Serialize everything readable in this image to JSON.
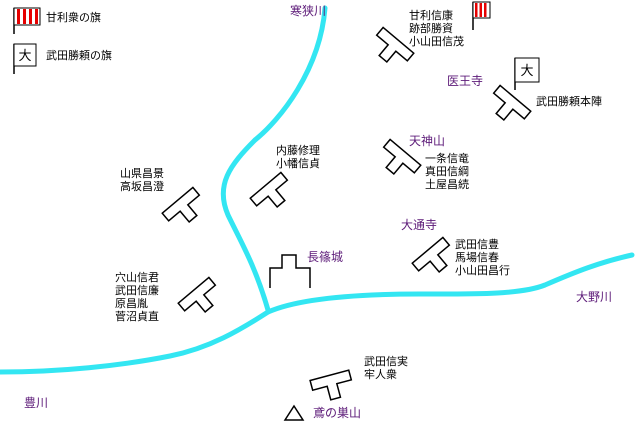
{
  "colors": {
    "river": "#33e6f2",
    "place_label": "#5c1a78",
    "army_outline": "#000000",
    "flag_red": "#e60000"
  },
  "legend": {
    "amari_flag_label": "甘利衆の旗",
    "takeda_flag_label": "武田勝頼の旗",
    "flag_char": "大"
  },
  "rivers": {
    "samusemagawa": "寒狭川",
    "toyokawa": "豊川",
    "onogawa": "大野川"
  },
  "places": {
    "nagashino_castle": "長篠城",
    "iozan": "医王寺",
    "tenjinyama": "天神山",
    "odoji": "大通寺",
    "tobinosuyama": "鳶の巣山"
  },
  "units": {
    "amari": [
      "甘利信康",
      "跡部勝資",
      "小山田信茂"
    ],
    "katsuyori_honjin": [
      "武田勝頼本陣"
    ],
    "naito": [
      "内藤修理",
      "小幡信貞"
    ],
    "ichijo": [
      "一条信竜",
      "真田信綱",
      "土屋昌続"
    ],
    "yamagata": [
      "山県昌景",
      "高坂昌澄"
    ],
    "anayama": [
      "穴山信君",
      "武田信廉",
      "原昌胤",
      "菅沼貞直"
    ],
    "takeda_nobutoyo": [
      "武田信豊",
      "馬場信春",
      "小山田昌行"
    ],
    "takeda_nobuzane": [
      "武田信実",
      "牢人衆"
    ]
  }
}
